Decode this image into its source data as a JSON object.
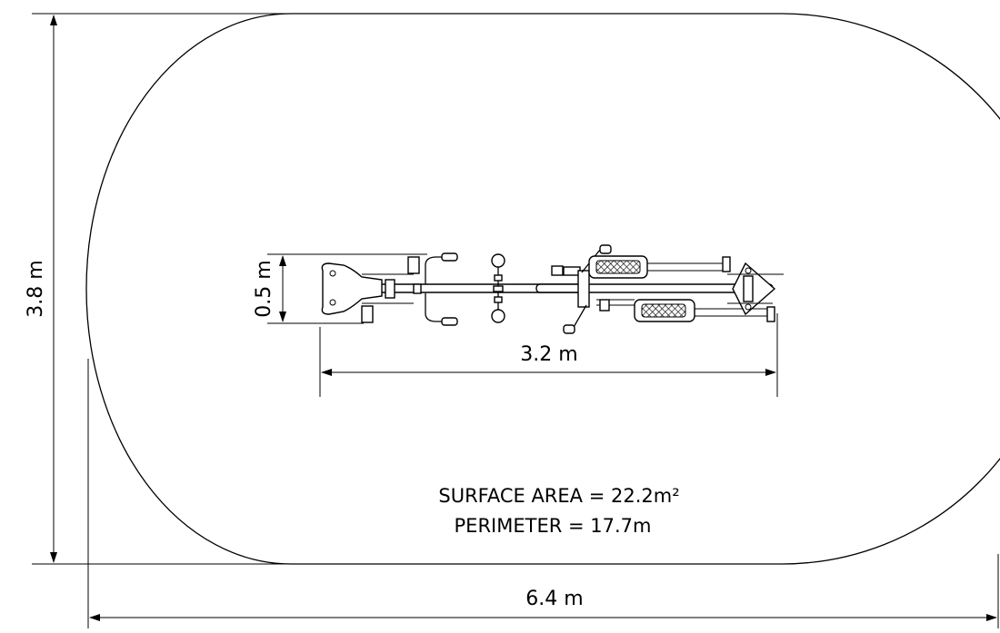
{
  "dimensions": {
    "overall_width": "6.4 m",
    "overall_height": "3.8 m",
    "equipment_length": "3.2 m",
    "equipment_width": "0.5 m"
  },
  "surface_info": {
    "surface_area": "SURFACE AREA = 22.2m²",
    "perimeter": "PERIMETER = 17.7m"
  }
}
